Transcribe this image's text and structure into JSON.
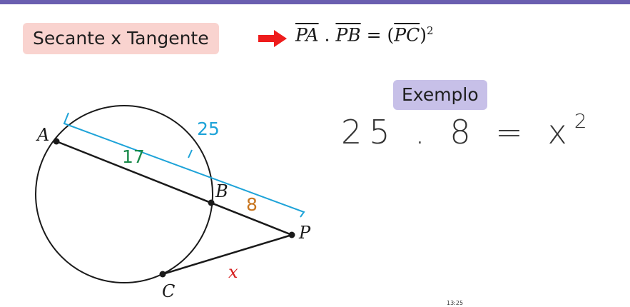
{
  "header": {
    "title": "Secante x Tangente",
    "formula": {
      "pa": "PA",
      "dot": ".",
      "pb": "PB",
      "equals": "=",
      "pc": "PC",
      "open": "(",
      "close": ")",
      "exponent": "2"
    }
  },
  "example": {
    "label": "Exemplo",
    "equation_lhs": "25 . 8 = x",
    "equation_exp": "2"
  },
  "diagram": {
    "points": {
      "a": "A",
      "b": "B",
      "c": "C",
      "p": "P"
    },
    "lengths": {
      "pa": "25",
      "ab": "17",
      "bp": "8",
      "pc": "x"
    },
    "colors": {
      "pa": "#1ea3d8",
      "ab": "#1a8a4a",
      "bp": "#c8751e",
      "pc": "#d62020"
    }
  },
  "status": {
    "time": "13:25"
  },
  "colors": {
    "accent_bar": "#6a5fb0",
    "title_bg": "#f9d3cf",
    "example_bg": "#c7c0e8",
    "arrow": "#ee1c1c"
  }
}
